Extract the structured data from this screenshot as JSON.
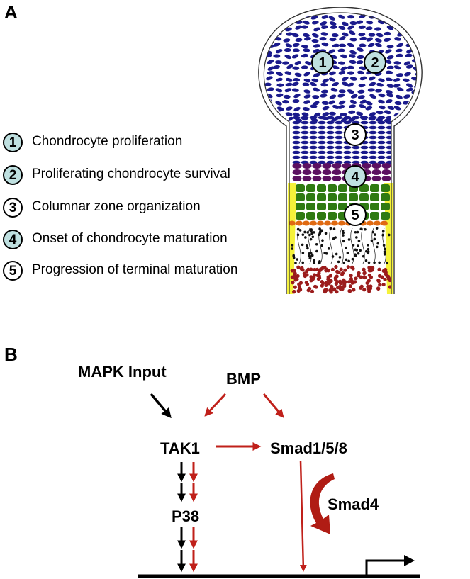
{
  "panel_a": {
    "label": "A",
    "legend": [
      {
        "num": "1",
        "text": "Chondrocyte proliferation",
        "style": "filled"
      },
      {
        "num": "2",
        "text": "Proliferating chondrocyte survival",
        "style": "filled"
      },
      {
        "num": "3",
        "text": "Columnar zone organization",
        "style": "open"
      },
      {
        "num": "4",
        "text": "Onset of chondrocyte maturation",
        "style": "filled"
      },
      {
        "num": "5",
        "text": "Progression of terminal maturation",
        "style": "open"
      }
    ],
    "markers": [
      {
        "num": "1",
        "style": "filled"
      },
      {
        "num": "2",
        "style": "filled"
      },
      {
        "num": "3",
        "style": "open"
      },
      {
        "num": "4",
        "style": "filled"
      },
      {
        "num": "5",
        "style": "open"
      }
    ],
    "colors": {
      "resting_proliferating": "#1a1a8c",
      "prehypertrophic": "#5b1060",
      "hypertrophic": "#2f7a12",
      "transition": "#e06a12",
      "calcified": "#9b1c1c",
      "perichondrium": "#f5f23a",
      "badge_fill": "#bfe0e0"
    }
  },
  "panel_b": {
    "label": "B",
    "nodes": {
      "mapk_input": "MAPK Input",
      "bmp": "BMP",
      "tak1": "TAK1",
      "smad158": "Smad1/5/8",
      "p38": "P38",
      "smad4": "Smad4"
    },
    "colors": {
      "bmp_arrow": "#c0201a",
      "mapk_arrow": "#000000",
      "smad4_arrow": "#b01c14"
    }
  }
}
